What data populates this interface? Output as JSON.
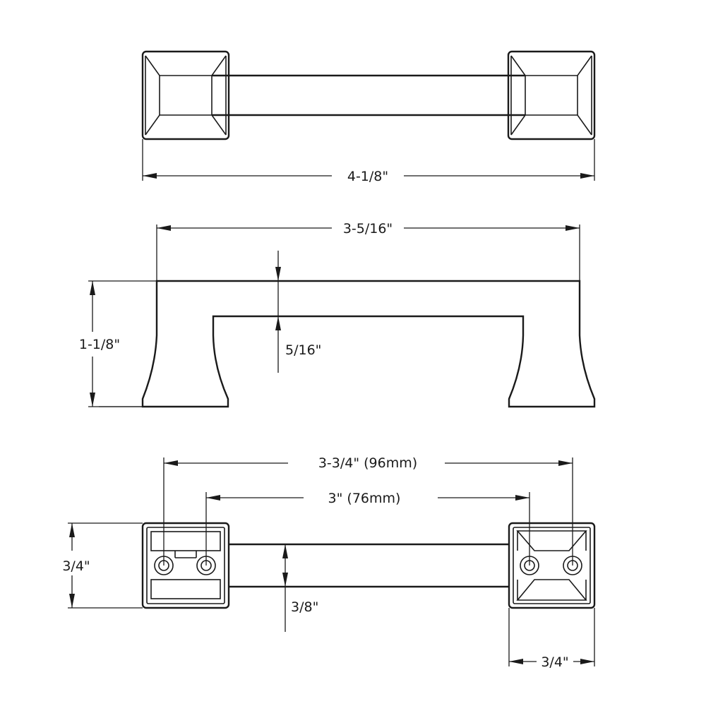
{
  "dimensions": {
    "overall_length": "4-1/8\"",
    "center_span_top": "3-5/16\"",
    "height": "1-1/8\"",
    "clearance": "5/16\"",
    "hole_spacing_large": "3-3/4\" (96mm)",
    "hole_spacing_small": "3\" (76mm)",
    "base_width": "3/4\"",
    "bar_width": "3/8\"",
    "base_length": "3/4\""
  }
}
